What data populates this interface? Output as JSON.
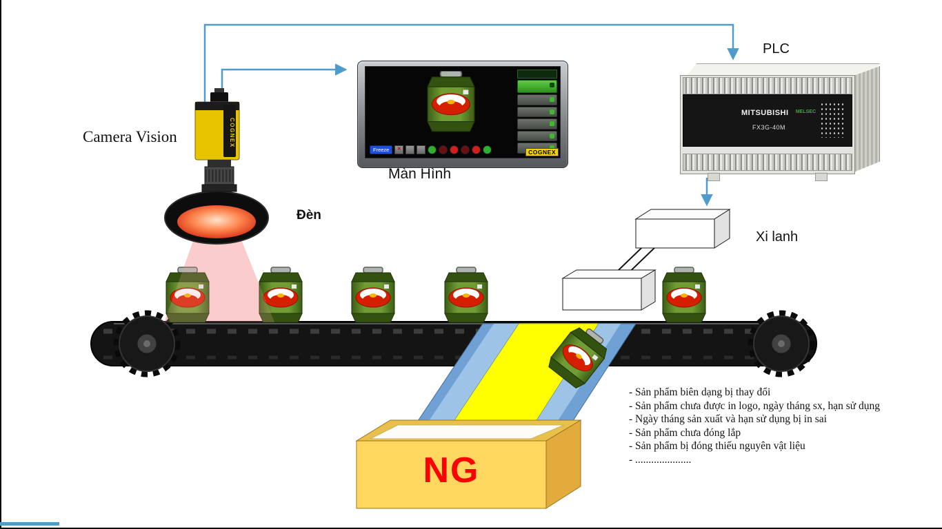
{
  "labels": {
    "camera": "Camera Vision",
    "light": "Đèn",
    "monitor": "Màn Hình",
    "plc": "PLC",
    "cylinder": "Xi lanh"
  },
  "camera_device": {
    "brand": "COGNEX"
  },
  "monitor_screen": {
    "freeze_button": "Freeze",
    "brand_badge": "COGNEX"
  },
  "plc_device": {
    "brand": "MITSUBISHI",
    "series": "MELSEC",
    "model": "FX3G-40M"
  },
  "ng_box": {
    "label": "NG"
  },
  "defect_notes": {
    "lines": [
      "- Sản phẩm biên dạng bị thay đổi",
      "- Sản phẩm chưa được in logo, ngày tháng sx, hạn sử dụng",
      "- Ngày tháng sản xuất và hạn sử dụng bị in sai",
      "- Sản phẩm chưa đóng lắp",
      "- Sản phẩm bị đóng thiếu nguyên vật liệu",
      "-  ....................."
    ]
  },
  "colors": {
    "wire_blue": "#4f9bcb",
    "camera_yellow": "#e8c400",
    "can_green": "#6f9c33",
    "chute_yellow": "#ffff00",
    "rail_blue": "#6fa1d4",
    "box_yellow": "#ffd75e",
    "ng_red": "#ff0000"
  }
}
